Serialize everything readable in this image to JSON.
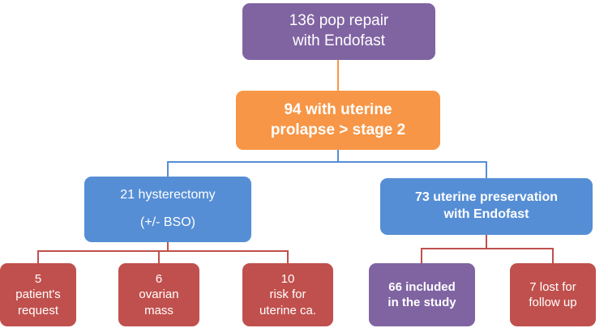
{
  "colors": {
    "purple": "#8064A2",
    "orange": "#F79646",
    "blue": "#558ED5",
    "red": "#C0504D",
    "background": "#FFFFFF",
    "text": "#FFFFFF"
  },
  "nodes": {
    "root": {
      "line1": "136 pop repair",
      "line2": "with Endofast",
      "color": "purple",
      "bold": false
    },
    "prolapse": {
      "line1": "94 with uterine",
      "line2": "prolapse > stage 2",
      "color": "orange",
      "bold": true
    },
    "hysterectomy": {
      "line1": "21 hysterectomy",
      "line2": "(+/- BSO)",
      "color": "blue",
      "bold": false
    },
    "preservation": {
      "line1": "73 uterine preservation",
      "line2": "with Endofast",
      "color": "blue",
      "bold": true
    },
    "patients_request": {
      "line1": "5",
      "line2": "patient's",
      "line3": "request",
      "color": "red",
      "bold": false
    },
    "ovarian_mass": {
      "line1": "6",
      "line2": "ovarian",
      "line3": "mass",
      "color": "red",
      "bold": false
    },
    "uterine_ca_risk": {
      "line1": "10",
      "line2": "risk for",
      "line3": "uterine ca.",
      "color": "red",
      "bold": false
    },
    "included": {
      "line1": "66 included",
      "line2": "in the study",
      "color": "purple",
      "bold": true
    },
    "lost_followup": {
      "line1": "7 lost for",
      "line2": "follow up",
      "color": "red",
      "bold": false
    }
  },
  "edges": [
    {
      "from": "root",
      "to": "prolapse",
      "color": "orange"
    },
    {
      "from": "prolapse",
      "to": "hysterectomy",
      "color": "blue"
    },
    {
      "from": "prolapse",
      "to": "preservation",
      "color": "blue"
    },
    {
      "from": "hysterectomy",
      "to": "patients_request",
      "color": "red"
    },
    {
      "from": "hysterectomy",
      "to": "ovarian_mass",
      "color": "red"
    },
    {
      "from": "hysterectomy",
      "to": "uterine_ca_risk",
      "color": "red"
    },
    {
      "from": "preservation",
      "to": "included",
      "color": "red"
    },
    {
      "from": "preservation",
      "to": "lost_followup",
      "color": "red"
    }
  ]
}
